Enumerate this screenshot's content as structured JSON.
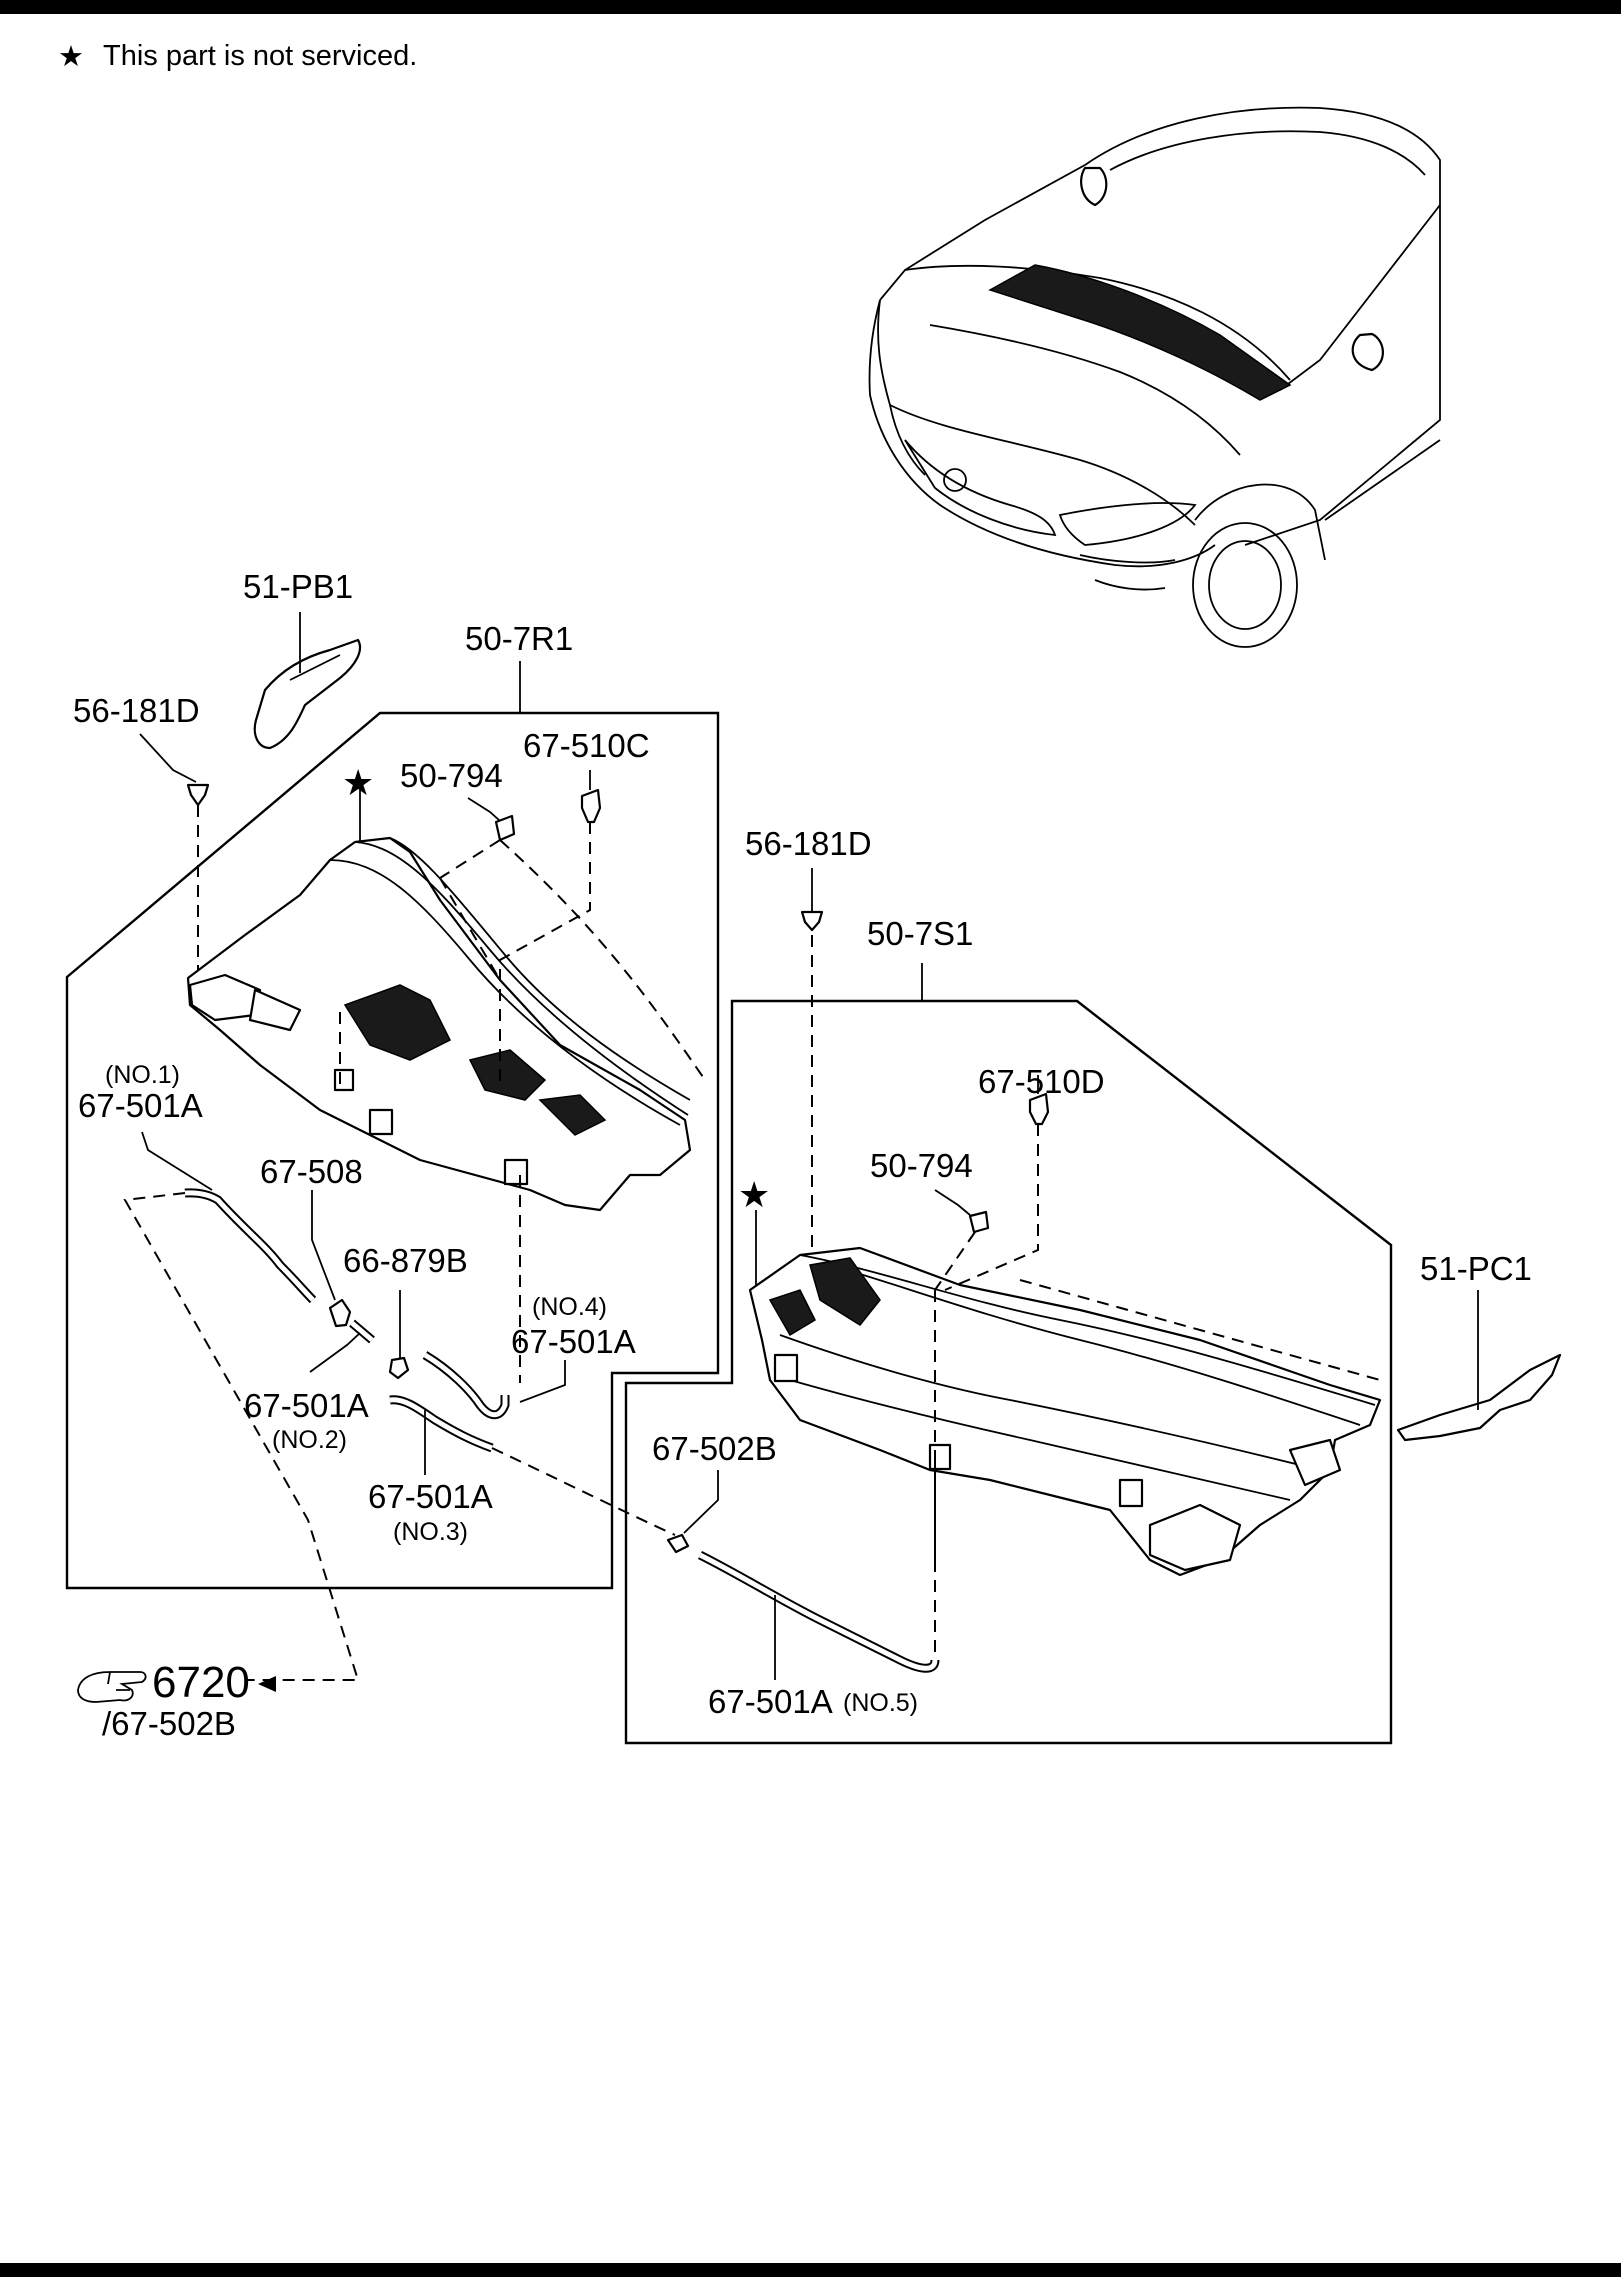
{
  "notice": {
    "star_symbol": "★",
    "text": "This part is not serviced."
  },
  "callouts": {
    "pb1": "51-PB1",
    "r1": "50-7R1",
    "clip_left": "56-181D",
    "nut_left": "50-794",
    "nozzle_left": "67-510C",
    "no1_tag": "(NO.1)",
    "hose_no1": "67-501A",
    "joint": "67-508",
    "clip_879": "66-879B",
    "no4_tag": "(NO.4)",
    "hose_no4": "67-501A",
    "hose_no2": "67-501A",
    "no2_tag": "(NO.2)",
    "hose_no3": "67-501A",
    "no3_tag": "(NO.3)",
    "clip_right": "56-181D",
    "s1": "50-7S1",
    "nozzle_right": "67-510D",
    "nut_right": "50-794",
    "pc1": "51-PC1",
    "check_valve": "67-502B",
    "hose_no5": "67-501A",
    "no5_tag": "(NO.5)"
  },
  "reference": {
    "hand_icon": "pointing-hand-icon",
    "group": "6720",
    "part": "/67-502B"
  },
  "colors": {
    "line": "#000000",
    "background": "#ffffff"
  }
}
